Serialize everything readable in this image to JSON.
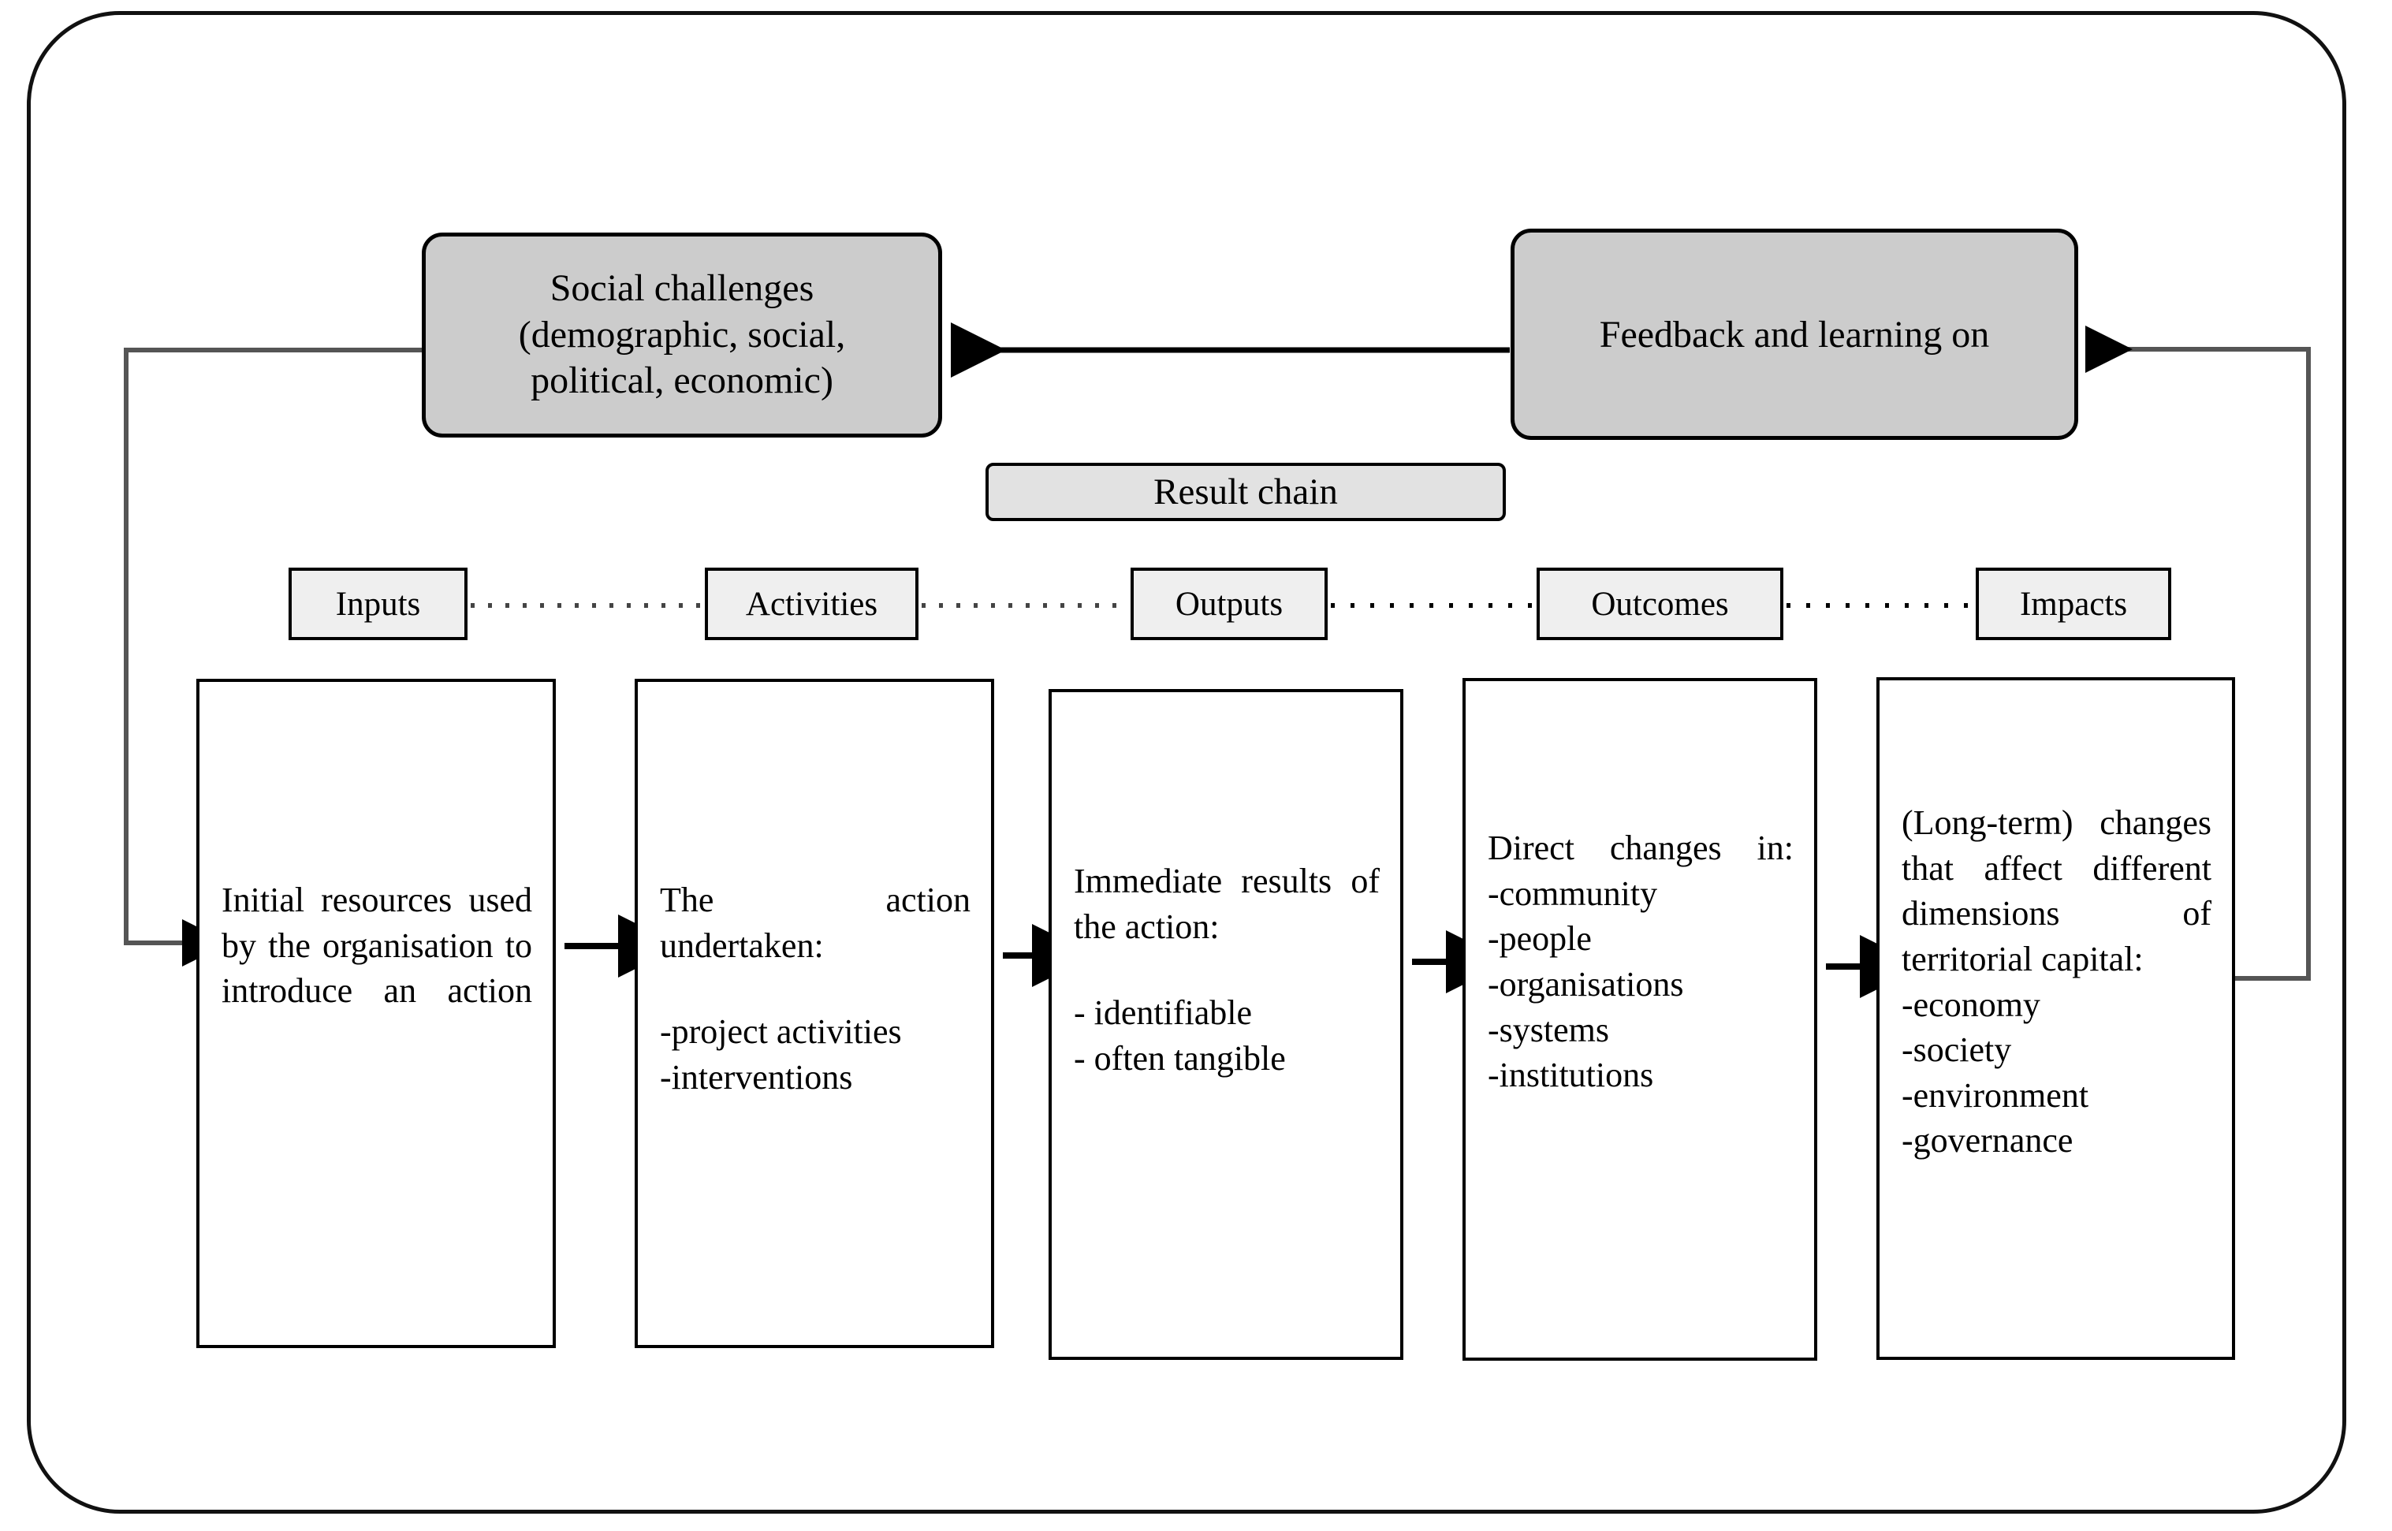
{
  "diagram": {
    "title_chip": "Result chain",
    "top_boxes": [
      {
        "name": "social-challenges",
        "lines": [
          "Social challenges",
          "(demographic, social,",
          "political, economic)"
        ]
      },
      {
        "name": "feedback-and-learning",
        "lines": [
          "Feedback and learning on"
        ]
      }
    ],
    "stages": [
      {
        "label": "Inputs"
      },
      {
        "label": "Activities"
      },
      {
        "label": "Outputs"
      },
      {
        "label": "Outcomes"
      },
      {
        "label": "Impacts"
      }
    ],
    "content_boxes": [
      {
        "stage": "Inputs",
        "heading": "Initial resources used by the organisation to introduce an action",
        "bullets": ""
      },
      {
        "stage": "Activities",
        "heading": "The action undertaken:",
        "bullets": "-project activities\n-interventions"
      },
      {
        "stage": "Outputs",
        "heading": "Immediate results of the action:",
        "bullets": "- identifiable\n- often tangible"
      },
      {
        "stage": "Outcomes",
        "heading": "Direct changes in:",
        "bullets": "-community\n-people\n-organisations\n-systems\n-institutions"
      },
      {
        "stage": "Impacts",
        "heading": "(Long-term) changes that affect different dimensions of territorial capital:",
        "bullets": "-economy\n-society\n-environment\n-governance"
      }
    ],
    "colors": {
      "grey_box_fill": "#cccccc",
      "chip_fill": "#efefef",
      "result_chain_fill": "#e2e2e2",
      "stroke": "#000000",
      "background": "#ffffff"
    }
  }
}
